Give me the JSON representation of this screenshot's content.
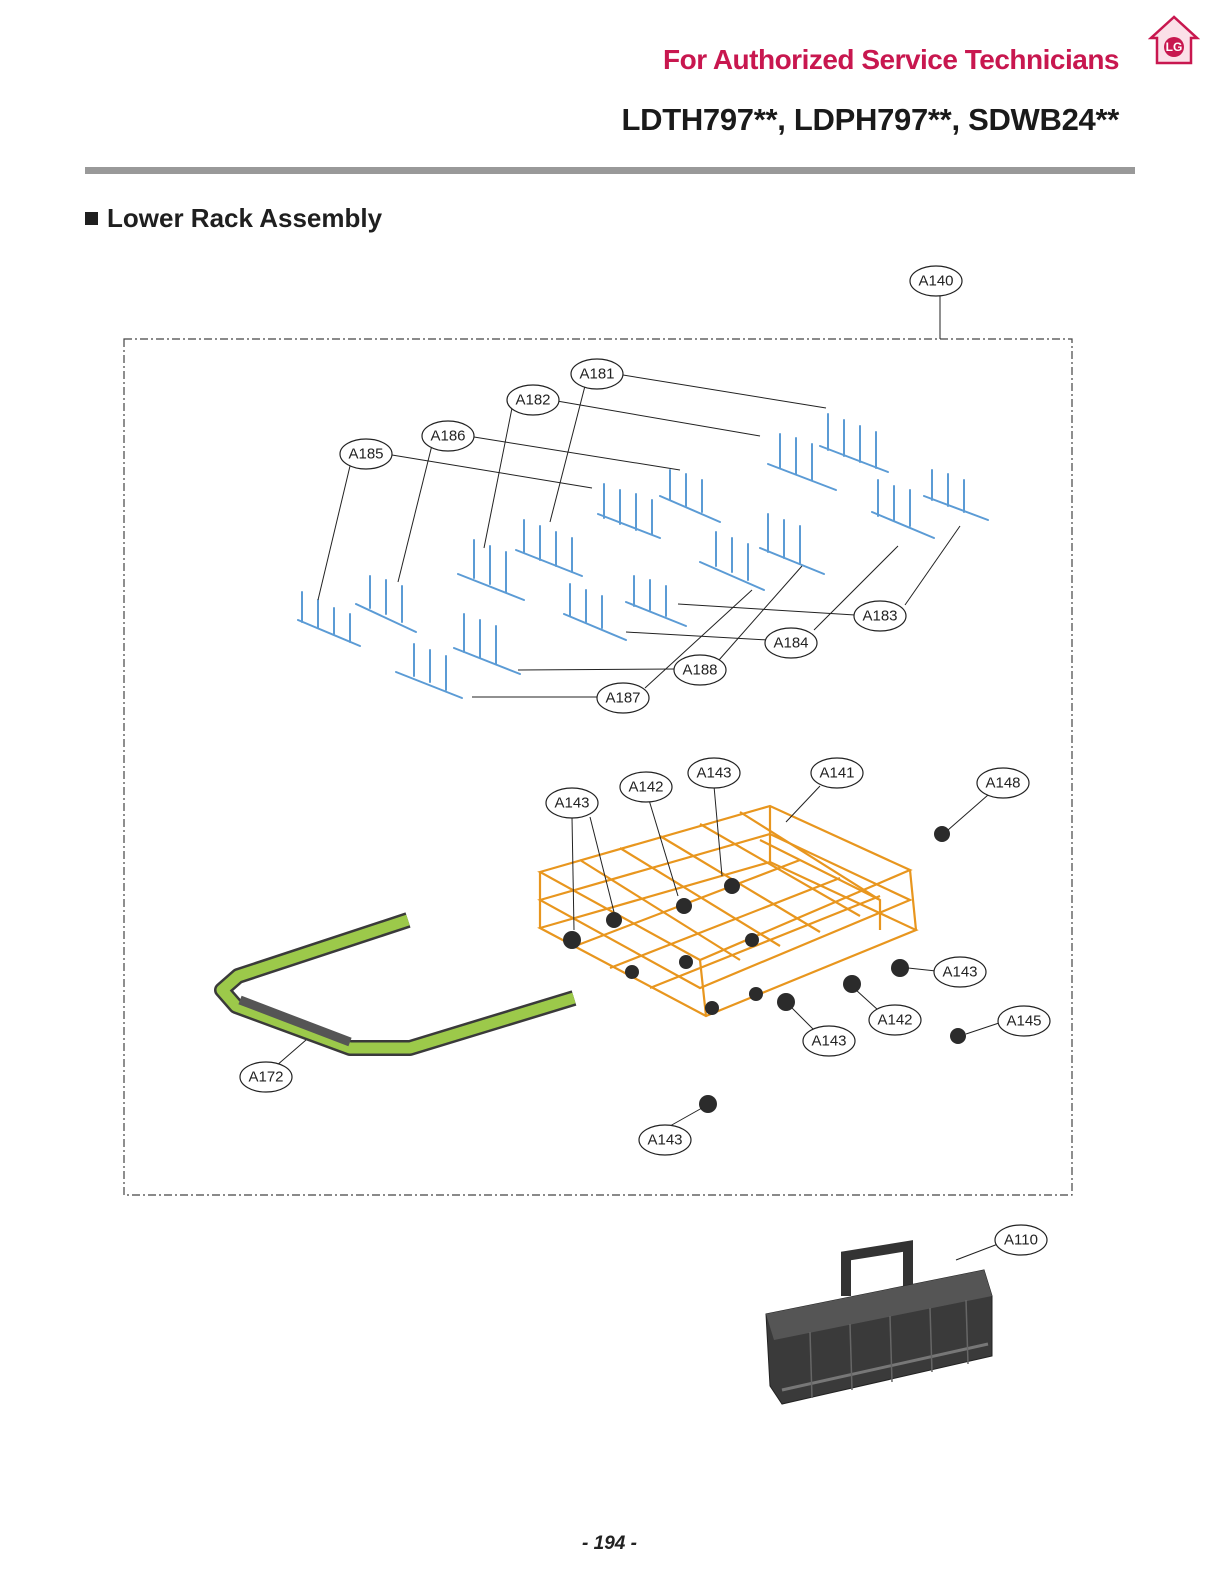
{
  "header": {
    "subtitle": "For Authorized Service Technicians",
    "models": "LDTH797**, LDPH797**, SDWB24**",
    "logo_icon": "lg-home-icon",
    "accent_color": "#c8174f"
  },
  "section": {
    "title": "Lower Rack Assembly"
  },
  "callouts": {
    "a140": "A140",
    "a181": "A181",
    "a182": "A182",
    "a186": "A186",
    "a185": "A185",
    "a183": "A183",
    "a184": "A184",
    "a188": "A188",
    "a187": "A187",
    "a143_top": "A143",
    "a141": "A141",
    "a142_top": "A142",
    "a143_left": "A143",
    "a148": "A148",
    "a143_right": "A143",
    "a142_bottom": "A142",
    "a145": "A145",
    "a143_bottom": "A143",
    "a172": "A172",
    "a143_lone": "A143",
    "a110": "A110"
  },
  "footer": {
    "page": "- 194 -"
  }
}
